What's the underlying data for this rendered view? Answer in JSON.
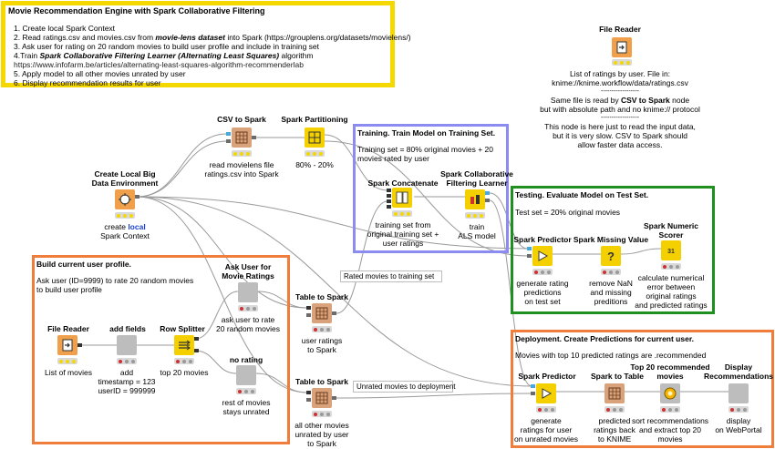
{
  "header": {
    "title": "Movie Recommendation Engine with Spark Collaborative Filtering",
    "steps": [
      "1. Create local Spark Context",
      "2. Read ratings.csv and movies.csv from ",
      "3. Ask user for rating on 20 random movies to build user profile and include in training set",
      "4.Train ",
      "   https://www.infofarm.be/articles/alternating-least-squares-algorithm-recommenderlab",
      "5. Apply model to all other movies unrated by user",
      "6. Display recommendation results for user"
    ],
    "step2_emph": "movie-lens dataset",
    "step2_tail": " into Spark (https://grouplens.org/datasets/movielens/)",
    "step4_emph": "Spark Collaborative Filtering Learner (Alternating Least Squares)",
    "step4_tail": " algorithm"
  },
  "info": {
    "title": "File Reader",
    "line1": "List of ratings by user. File in:",
    "line2": "knime://knime.workflow/data/ratings.csv",
    "sep": "------------------",
    "line3a": "Same file is read by ",
    "line3b": "CSV to Spark",
    "line3c": " node",
    "line4": "but with absolute path and no knime:// protocol",
    "line5": "This node is here just to read the input data,",
    "line6": "but it is very slow. CSV to Spark should",
    "line7": "allow faster data access."
  },
  "colors": {
    "yellow": "#f5d800",
    "purple": "#8b8bf0",
    "green": "#1f8f1f",
    "orange": "#f07d3c",
    "reader": "#f0a04b",
    "spark": "#d9a27a",
    "manip": "#f5d000",
    "gray": "#bdbdbd"
  },
  "annotations": {
    "build_title": "Build current user profile.",
    "build_text1": "Ask user (ID=9999)  to rate 20 random movies",
    "build_text2": "to build user profile",
    "train_title": "Training. Train Model on Training Set.",
    "train_text1": "Training set = 80% original movies +  20",
    "train_text2": "movies rated by user",
    "test_title": "Testing. Evaluate Model on Test Set.",
    "test_text": "Test set = 20% original movies",
    "deploy_title": "Deployment. Create Predictions for current user.",
    "deploy_text": "Movies with top 10 predicted ratings are .recommended",
    "rated_label": "Rated movies to training set",
    "unrated_label": "Unrated movies to deployment"
  },
  "nodes": {
    "csv_to_spark": {
      "title": "CSV to Spark",
      "desc1": "read movielens file",
      "desc2": "ratings.csv into Spark"
    },
    "spark_partitioning": {
      "title": "Spark Partitioning",
      "desc1": "80% - 20%"
    },
    "create_context": {
      "title1": "Create Local Big",
      "title2": "Data Environment",
      "desc1a": "create ",
      "desc1b": "local",
      "desc2": "Spark Context"
    },
    "spark_concatenate": {
      "title": "Spark Concatenate",
      "desc1": "training set from",
      "desc2": "original training set +",
      "desc3": "user ratings"
    },
    "cf_learner": {
      "title1": "Spark Collaborative",
      "title2": "Filtering Learner",
      "desc1": "train",
      "desc2": "ALS model"
    },
    "predictor_test": {
      "title": "Spark Predictor",
      "desc1": "generate rating",
      "desc2": "predictions",
      "desc3": "on test set"
    },
    "missing_value": {
      "title": "Spark Missing Value",
      "desc1": "remove NaN",
      "desc2": "and missing",
      "desc3": "preditions"
    },
    "numeric_scorer": {
      "title1": "Spark Numeric",
      "title2": "Scorer",
      "desc1": "calculate numerical",
      "desc2": "error between",
      "desc3": "original ratings",
      "desc4": "and predicted ratings"
    },
    "ask_user": {
      "title1": "Ask User for",
      "title2": "Movie Ratings",
      "desc1": "ask user to rate",
      "desc2": "20 random movies"
    },
    "file_reader": {
      "title": "File Reader",
      "desc1": "List of movies"
    },
    "add_fields": {
      "title": "add fields",
      "desc1": "add",
      "desc2": "timestamp = 123",
      "desc3": "userID = 999999"
    },
    "row_splitter": {
      "title": "Row Splitter",
      "desc1": "top 20 movies"
    },
    "no_rating": {
      "title": "no rating",
      "desc1": "rest of movies",
      "desc2": "stays unrated"
    },
    "table_to_spark_1": {
      "title": "Table to Spark",
      "desc1": "user ratings",
      "desc2": "to Spark"
    },
    "table_to_spark_2": {
      "title": "Table to Spark",
      "desc1": "all other movies",
      "desc2": "unrated by user",
      "desc3": "to Spark"
    },
    "predictor_deploy": {
      "title": "Spark Predictor",
      "desc1": "generate",
      "desc2": "ratings for user",
      "desc3": "on unrated movies"
    },
    "spark_to_table": {
      "title": "Spark to Table",
      "desc1": "predicted",
      "desc2": "ratings back",
      "desc3": "to KNIME"
    },
    "top20": {
      "title1": "Top 20 recommended",
      "title2": "movies",
      "desc1": "sort recommendations",
      "desc2": "and extract top 20",
      "desc3": "movies"
    },
    "display": {
      "title1": "Display",
      "title2": "Recommendations",
      "desc1": "display",
      "desc2": "on WebPortal"
    },
    "info_reader": {
      "title": "File Reader"
    }
  },
  "icons": {
    "reader": "file-reader-icon",
    "spark": "spark-table-icon",
    "partition": "partition-icon",
    "context": "spark-context-icon",
    "concat": "concatenate-icon",
    "learner": "learner-icon",
    "predictor": "predictor-icon",
    "missing": "missing-value-icon",
    "scorer": "scorer-icon",
    "splitter": "row-splitter-icon",
    "metanode": "metanode-icon",
    "top20": "top20-icon"
  }
}
